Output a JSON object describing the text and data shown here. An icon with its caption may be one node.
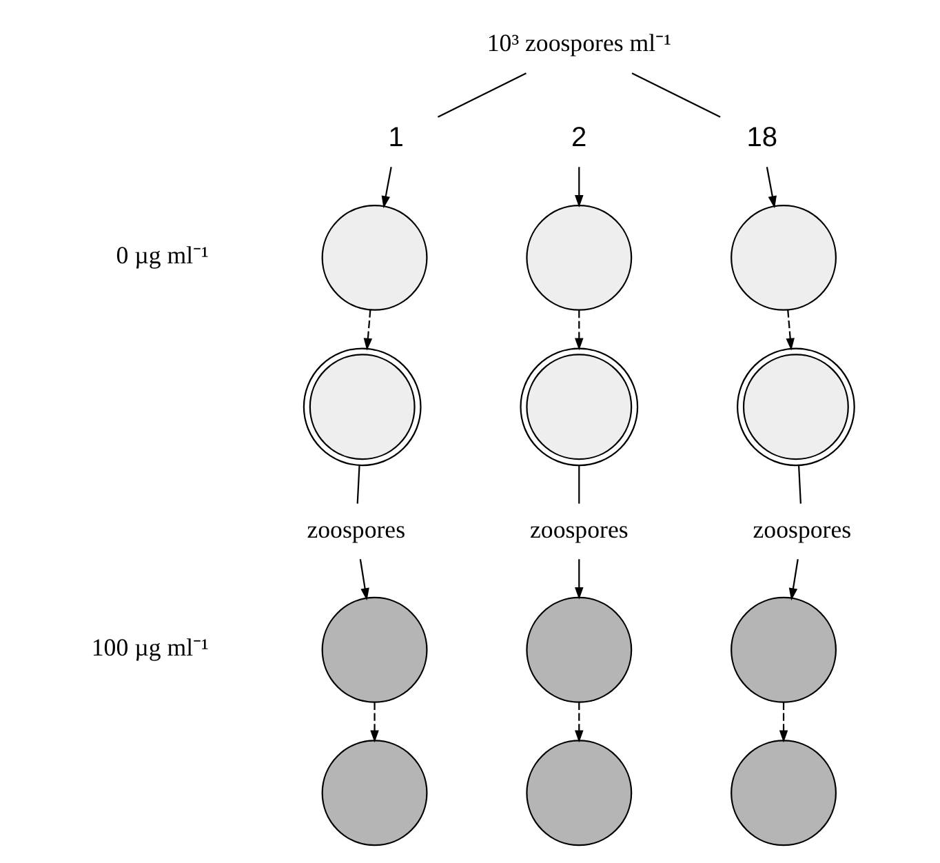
{
  "diagram": {
    "nodes": [
      {
        "text": [
          "10³ zoospores ml⁻¹"
        ]
      },
      {
        "text": [
          "1"
        ]
      },
      {
        "text": [
          "2"
        ]
      },
      {
        "text": [
          "18"
        ]
      },
      {
        "text": [],
        "shape": "circle"
      },
      {
        "text": [],
        "shape": "circle"
      },
      {
        "text": [],
        "shape": "circle"
      },
      {
        "text": [],
        "shape": "circle"
      },
      {
        "text": [],
        "shape": "circle"
      },
      {
        "text": [],
        "shape": "circle"
      },
      {
        "text": [
          "zoospores"
        ]
      },
      {
        "text": [
          "zoospores"
        ]
      },
      {
        "text": [
          "zoospores"
        ]
      },
      {
        "text": [],
        "shape": "circle"
      },
      {
        "text": [],
        "shape": "circle"
      },
      {
        "text": [],
        "shape": "circle"
      },
      {
        "text": [],
        "shape": "circle"
      },
      {
        "text": [],
        "shape": "circle"
      },
      {
        "text": [],
        "shape": "circle"
      }
    ],
    "edges": [
      {
        "from": 0,
        "to": 1,
        "arrow": "none"
      },
      {
        "from": 0,
        "to": 3,
        "arrow": "none"
      },
      {
        "from": 1,
        "to": 4,
        "arrow": "to"
      },
      {
        "from": 2,
        "to": 5,
        "arrow": "to"
      },
      {
        "from": 3,
        "to": 6,
        "arrow": "to"
      },
      {
        "from": 4,
        "to": 7,
        "arrow": "to",
        "style": "dashed"
      },
      {
        "from": 5,
        "to": 8,
        "arrow": "to",
        "style": "dashed"
      },
      {
        "from": 6,
        "to": 9,
        "arrow": "to",
        "style": "dashed"
      },
      {
        "from": 7,
        "to": 10,
        "arrow": "none"
      },
      {
        "from": 8,
        "to": 11,
        "arrow": "none"
      },
      {
        "from": 9,
        "to": 12,
        "arrow": "none"
      },
      {
        "from": 10,
        "to": 13,
        "arrow": "to"
      },
      {
        "from": 11,
        "to": 14,
        "arrow": "to"
      },
      {
        "from": 12,
        "to": 15,
        "arrow": "to"
      },
      {
        "from": 13,
        "to": 16,
        "arrow": "to",
        "style": "dashed"
      },
      {
        "from": 14,
        "to": 17,
        "arrow": "to",
        "style": "dashed"
      },
      {
        "from": 15,
        "to": 18,
        "arrow": "to",
        "style": "dashed"
      }
    ],
    "labels": [
      "0 µg ml⁻¹",
      "100 µg ml⁻¹"
    ]
  }
}
